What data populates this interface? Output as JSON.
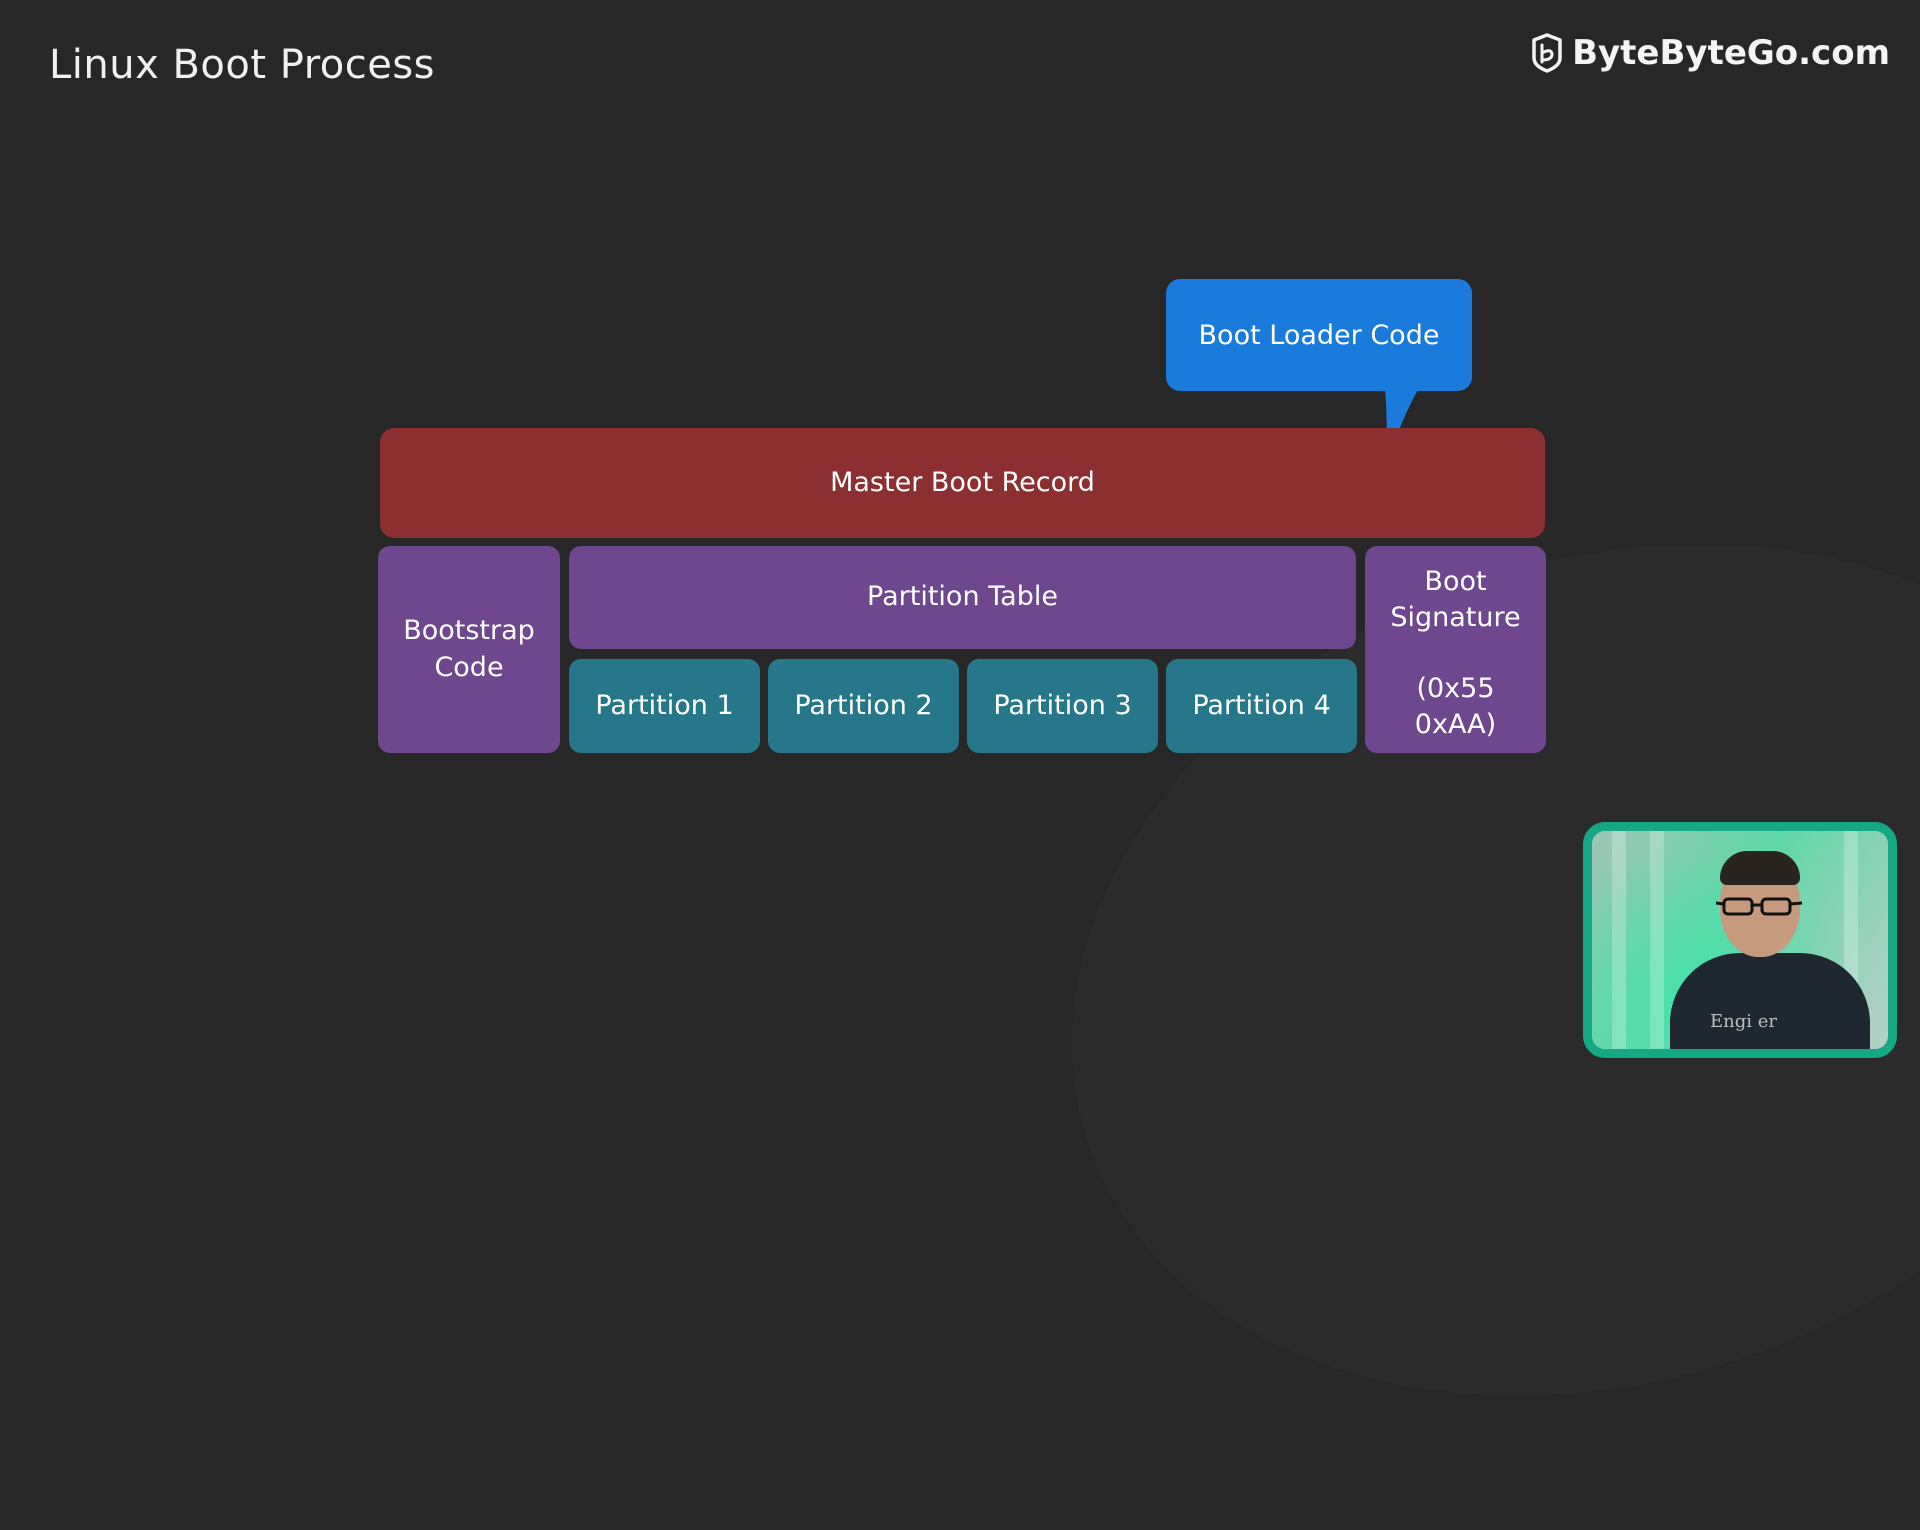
{
  "page": {
    "title": "Linux Boot Process"
  },
  "brand": {
    "name": "ByteByteGo.com",
    "icon": "bytebytego-logo-icon"
  },
  "diagram": {
    "callout": {
      "label": "Boot Loader Code"
    },
    "mbr": {
      "label": "Master Boot Record"
    },
    "bootstrap": {
      "lines": [
        "Bootstrap",
        "Code"
      ]
    },
    "partition_table": {
      "label": "Partition Table"
    },
    "partitions": [
      "Partition 1",
      "Partition 2",
      "Partition 3",
      "Partition 4"
    ],
    "boot_signature": {
      "lines": [
        "Boot",
        "Signature",
        "(0x55",
        "0xAA)"
      ]
    }
  },
  "webcam": {
    "shirt_text": "Engi er"
  },
  "colors": {
    "background": "#272727",
    "mbr": "#8b2f31",
    "purple_block": "#6e478e",
    "teal_block": "#27778a",
    "callout": "#1a7bdd",
    "webcam_border": "#16a884"
  }
}
